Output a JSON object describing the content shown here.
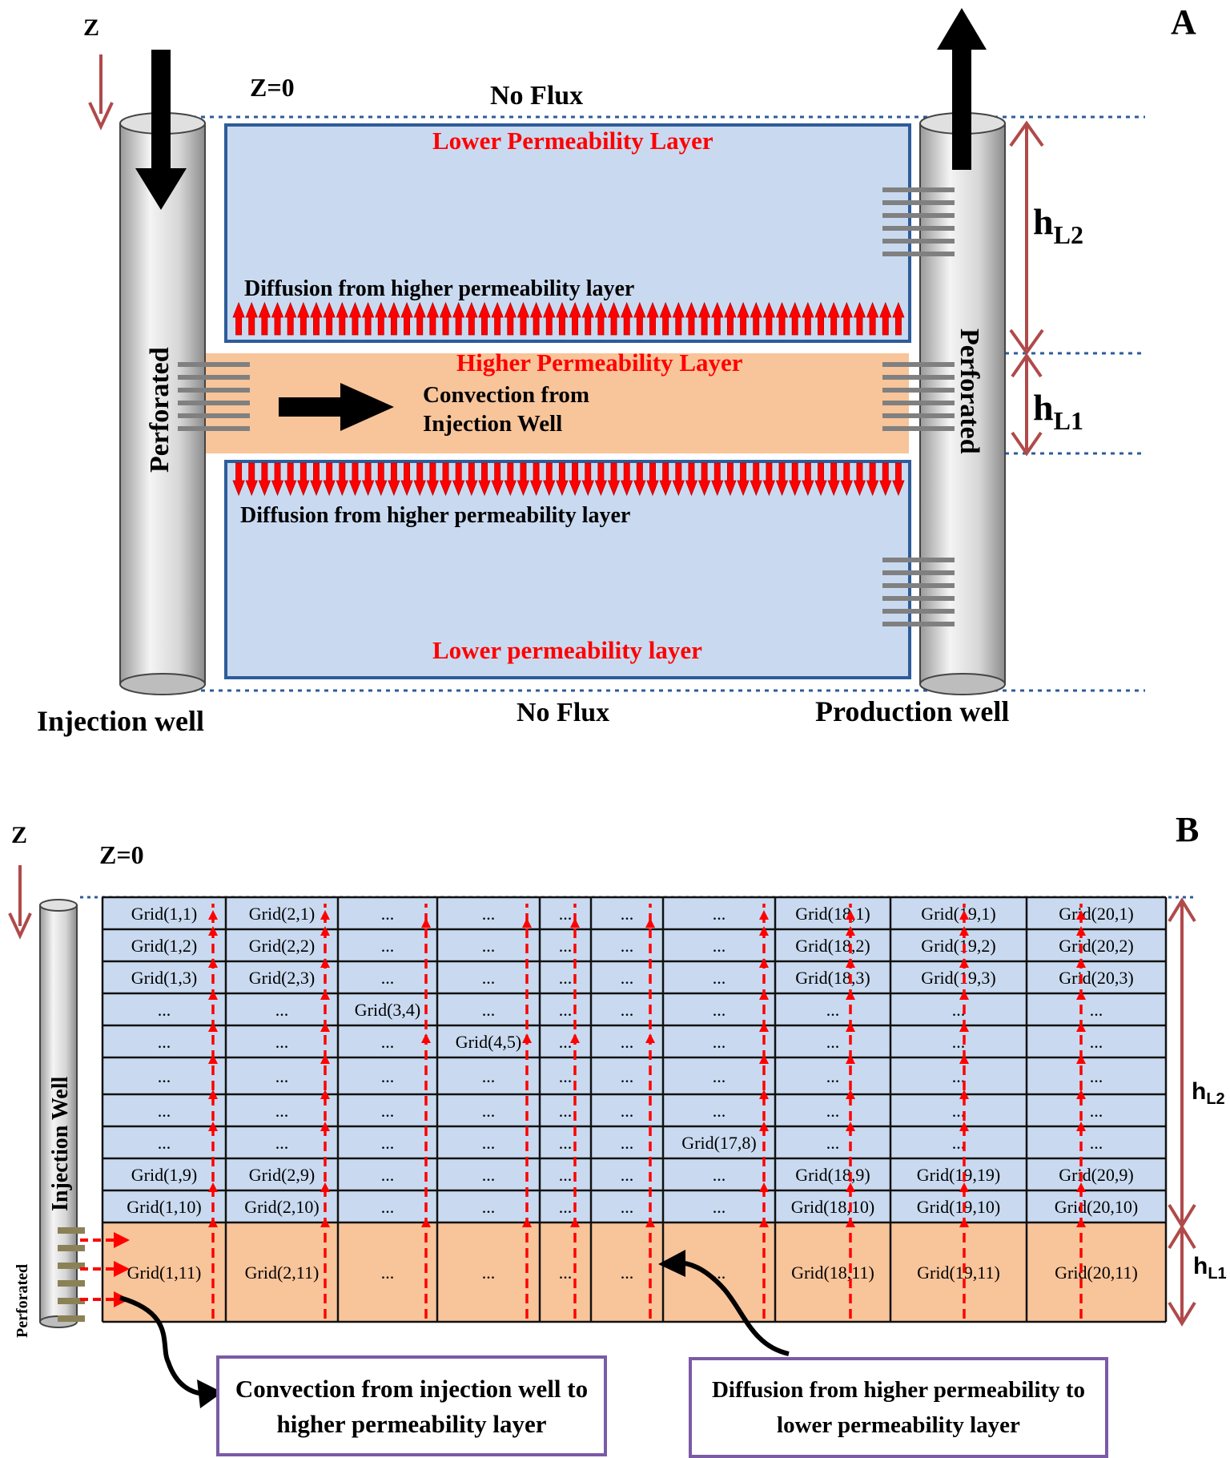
{
  "panel_a": {
    "label": "A",
    "z_label": "Z",
    "z0_label": "Z=0",
    "no_flux_top": "No Flux",
    "no_flux_bottom": "No Flux",
    "upper_layer_label": "Lower  Permeability Layer",
    "lower_layer_label": "Lower  permeability layer",
    "middle_layer_label": "Higher Permeability   Layer",
    "diffusion_upper": "Diffusion from higher   permeability layer",
    "diffusion_lower": "Diffusion from higher permeability layer",
    "convection_line1": "Convection  from",
    "convection_line2": "Injection Well",
    "perforated_left": "Perforated",
    "perforated_right": "Perforated",
    "hL2_main": "h",
    "hL2_sub": "L2",
    "hL1_main": "h",
    "hL1_sub": "L1",
    "injection_well": "Injection well",
    "production_well": "Production well"
  },
  "panel_b": {
    "label": "B",
    "z_label": "Z",
    "z0_label": "Z=0",
    "well_label": "Injection Well",
    "perforated": "Perforated",
    "hL2_main": "h",
    "hL2_sub": "L2",
    "hL1_main": "h",
    "hL1_sub": "L1",
    "callout_convection": [
      "Convection from injection well to",
      "higher permeability layer"
    ],
    "callout_diffusion": [
      "Diffusion from higher permeability to",
      "lower permeability layer"
    ],
    "grid_rows": [
      [
        "Grid(1,1)",
        "Grid(2,1)",
        "...",
        "...",
        "...",
        "...",
        "...",
        "Grid(18,1)",
        "Grid(19,1)",
        "Grid(20,1)"
      ],
      [
        "Grid(1,2)",
        "Grid(2,2)",
        "...",
        "...",
        "...",
        "...",
        "...",
        "Grid(18,2)",
        "Grid(19,2)",
        "Grid(20,2)"
      ],
      [
        "Grid(1,3)",
        "Grid(2,3)",
        "...",
        "...",
        "...",
        "...",
        "...",
        "Grid(18,3)",
        "Grid(19,3)",
        "Grid(20,3)"
      ],
      [
        "...",
        "...",
        "Grid(3,4)",
        "...",
        "...",
        "...",
        "...",
        "...",
        "...",
        "..."
      ],
      [
        "...",
        "...",
        "...",
        "Grid(4,5)",
        "...",
        "...",
        "...",
        "...",
        "...",
        "..."
      ],
      [
        "...",
        "...",
        "...",
        "...",
        "...",
        "...",
        "...",
        "...",
        "...",
        "..."
      ],
      [
        "...",
        "...",
        "...",
        "...",
        "...",
        "...",
        "...",
        "...",
        "...",
        "..."
      ],
      [
        "...",
        "...",
        "...",
        "...",
        "...",
        "...",
        "Grid(17,8)",
        "...",
        "...",
        "..."
      ],
      [
        "Grid(1,9)",
        "Grid(2,9)",
        "...",
        "...",
        "...",
        "...",
        "...",
        "Grid(18,9)",
        "Grid(19,19)",
        "Grid(20,9)"
      ],
      [
        "Grid(1,10)",
        "Grid(2,10)",
        "...",
        "...",
        "...",
        "...",
        "...",
        "Grid(18,10)",
        "Grid(19,10)",
        "Grid(20,10)"
      ],
      [
        "Grid(1,11)",
        "Grid(2,11)",
        "...",
        "...",
        "...",
        "...",
        "...",
        "Grid(18,11)",
        "Grid(19,11)",
        "Grid(20,11)"
      ]
    ]
  },
  "colors": {
    "low_perm_fill": "#c9daf0",
    "high_perm_fill": "#f8c49a",
    "red_arrow": "#ff0000",
    "dim_arrow": "#b04a4a",
    "box_border": "#2e5c9a",
    "callout_border": "#7b5aa6"
  }
}
